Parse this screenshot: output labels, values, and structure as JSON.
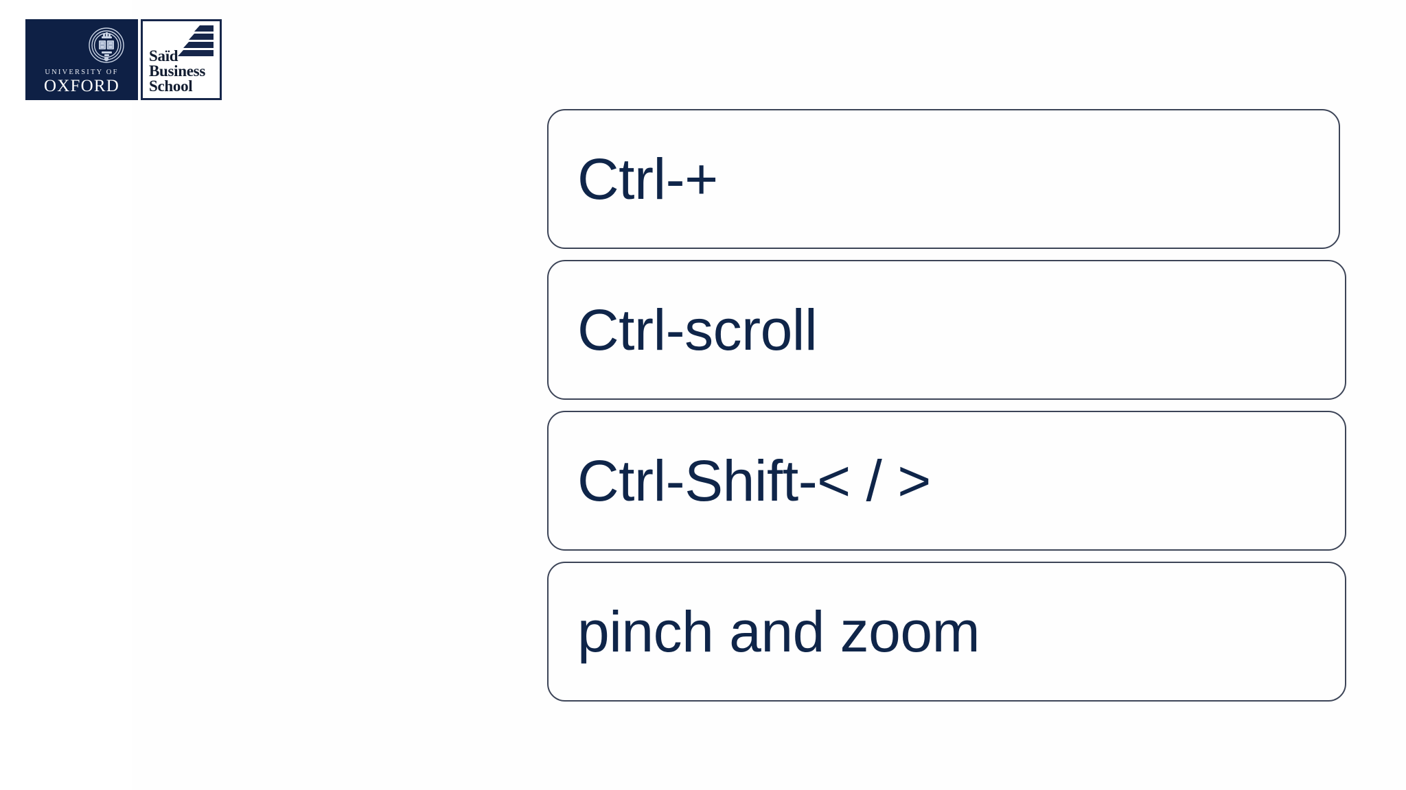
{
  "slide": {
    "background_color": "#ffffff",
    "content_plate_color": "#fefefe"
  },
  "branding": {
    "oxford": {
      "panel_color": "#0e2045",
      "crest_icon": "oxford-crest-icon",
      "line1": "UNIVERSITY OF",
      "line2": "OXFORD"
    },
    "said": {
      "panel_color": "#ffffff",
      "border_color": "#16264a",
      "steps_icon": "said-steps-icon",
      "line1": "Saïd",
      "line2": "Business",
      "line3": "School"
    }
  },
  "shortcuts": {
    "text_color": "#0f2549",
    "border_color": "#3c4457",
    "items": [
      {
        "label": "Ctrl-+"
      },
      {
        "label": "Ctrl-scroll"
      },
      {
        "label": "Ctrl-Shift-< / >"
      },
      {
        "label": "pinch and zoom"
      }
    ]
  }
}
